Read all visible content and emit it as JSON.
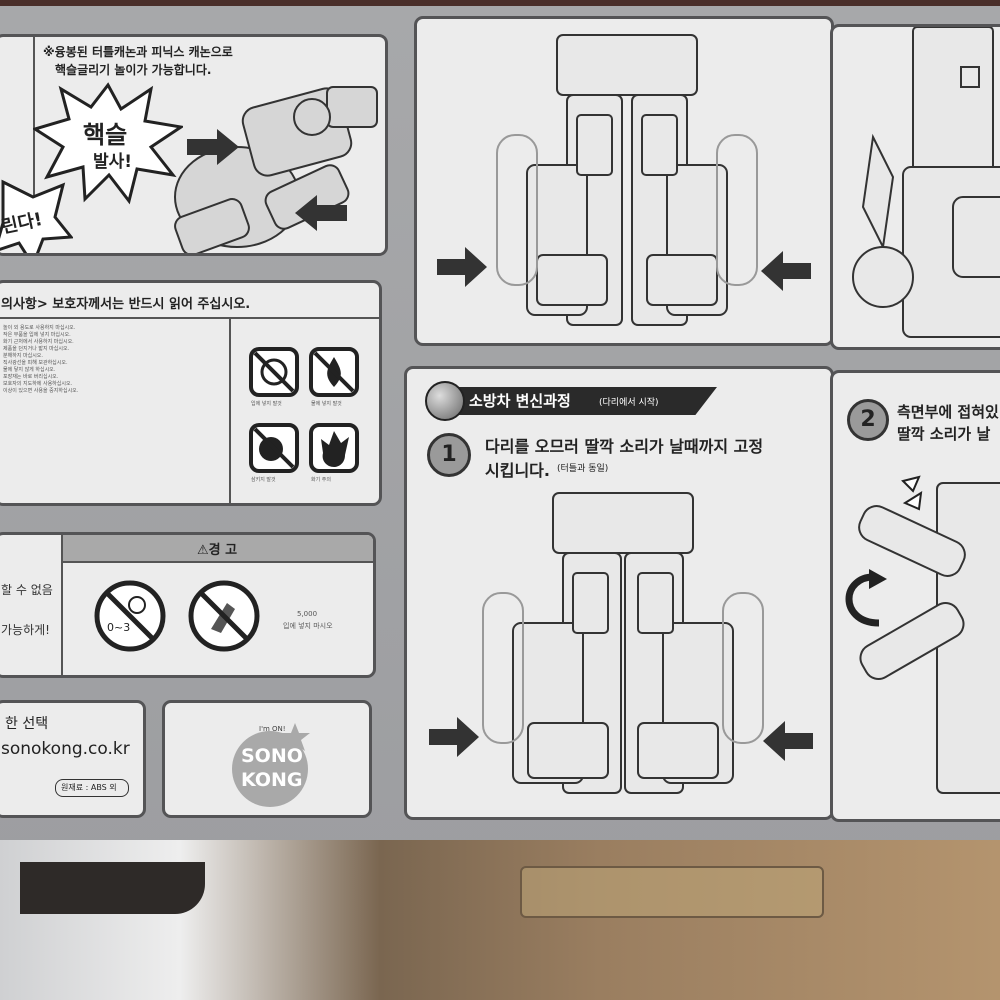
{
  "panel_combo": {
    "note": "※융봉된 터틀캐논과 피닉스 캐논으로",
    "note2": "핵슬글리기 놀이가 가능합니다.",
    "burst1": "핵슬",
    "burst2": "발사!",
    "left_burst": "린다!"
  },
  "panel_caution": {
    "title": "의사항> 보호자께서는 반드시 읽어 주십시오.",
    "body_lines": [
      "놀이 외 용도로 사용하지 마십시오.",
      "작은 부품을 입에 넣지 마십시오.",
      "화기 근처에서 사용하지 마십시오.",
      "제품을 던지거나 밟지 마십시오.",
      "분해하지 마십시오.",
      "직사광선을 피해 보관하십시오.",
      "물에 닿지 않게 하십시오.",
      "포장재는 바로 버리십시오.",
      "보호자의 지도하에 사용하십시오.",
      "이상이 있으면 사용을 중지하십시오."
    ],
    "icon_labels": [
      "입에 넣지 말것",
      "물에 넣지 말것",
      "삼키지 말것",
      "화기 주의"
    ]
  },
  "panel_warning": {
    "title": "⚠경 고",
    "left_lines": [
      "할 수 없음",
      "가능하게!"
    ],
    "icon_label": "0~3",
    "side_text1": "5,000",
    "side_text2": "입에 넣지 마시오"
  },
  "panel_brand": {
    "line1": "한 선택",
    "site": "sonokong.co.kr",
    "material": "원재료 : ABS 외",
    "logo_top": "I'm ON!",
    "logo1": "SONO",
    "logo2": "KONG"
  },
  "panel_transform": {
    "header": "소방차 변신과정",
    "header_sub": "(다리에서 시작)",
    "step1_num": "1",
    "step1_line1": "다리를 오므러 딸깍 소리가 날때까지 고정",
    "step1_line2": "시킵니다.",
    "step1_note": "(터틀과 동일)",
    "step2_num": "2",
    "step2_line1": "측면부에 접혀있",
    "step2_line2": "딸깍 소리가 날"
  }
}
